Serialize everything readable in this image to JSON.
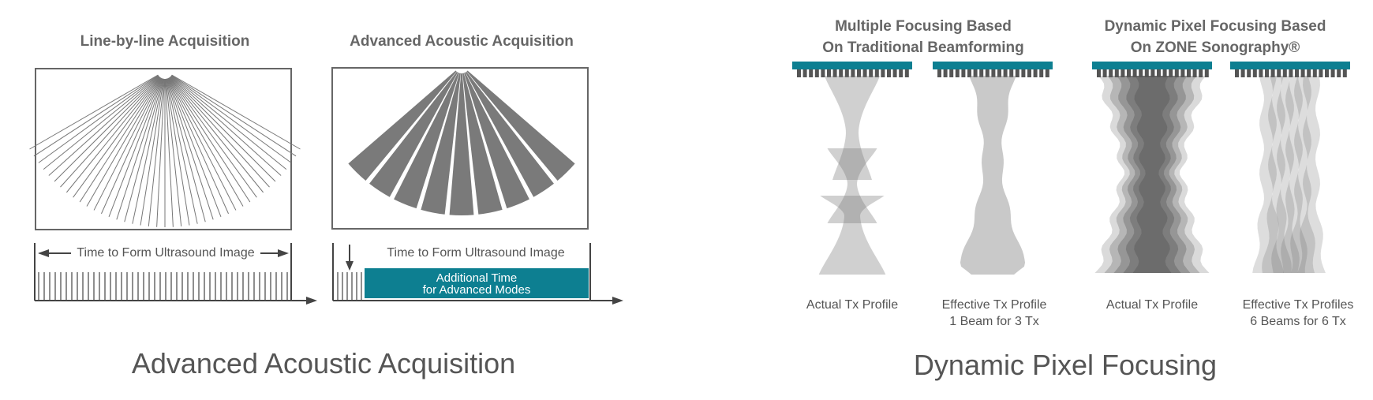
{
  "left": {
    "panel1_title": "Line-by-line Acquisition",
    "panel2_title": "Advanced Acoustic Acquisition",
    "timeline1_label": "Time to Form Ultrasound Image",
    "timeline2_label": "Time to Form Ultrasound Image",
    "additional_time_line1": "Additional Time",
    "additional_time_line2": "for Advanced Modes",
    "bottom_title": "Advanced Acoustic Acquisition"
  },
  "right": {
    "group1_title_line1": "Multiple Focusing Based",
    "group1_title_line2": "On Traditional Beamforming",
    "group2_title_line1": "Dynamic Pixel Focusing Based",
    "group2_title_line2": "On ZONE Sonography®",
    "profiles": [
      {
        "line1": "Actual Tx Profile",
        "line2": ""
      },
      {
        "line1": "Effective Tx Profile",
        "line2": "1 Beam for 3 Tx"
      },
      {
        "line1": "Actual Tx Profile",
        "line2": ""
      },
      {
        "line1": "Effective Tx Profiles",
        "line2": "6 Beams for 6 Tx"
      }
    ],
    "bottom_title": "Dynamic Pixel Focusing"
  },
  "colors": {
    "teal": "#0d7f91",
    "dark_gray": "#666666",
    "beam_gray": "#777777"
  }
}
